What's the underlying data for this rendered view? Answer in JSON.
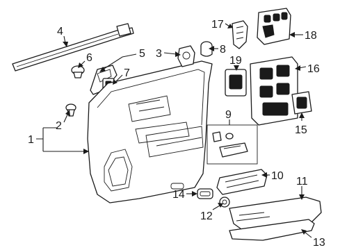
{
  "callouts": {
    "c1": "1",
    "c2": "2",
    "c3": "3",
    "c4": "4",
    "c5": "5",
    "c6": "6",
    "c7": "7",
    "c8": "8",
    "c9": "9",
    "c10": "10",
    "c11": "11",
    "c12": "12",
    "c13": "13",
    "c14": "14",
    "c15": "15",
    "c16": "16",
    "c17": "17",
    "c18": "18",
    "c19": "19"
  },
  "colors": {
    "line": "#1a1a1a",
    "background": "#ffffff"
  }
}
